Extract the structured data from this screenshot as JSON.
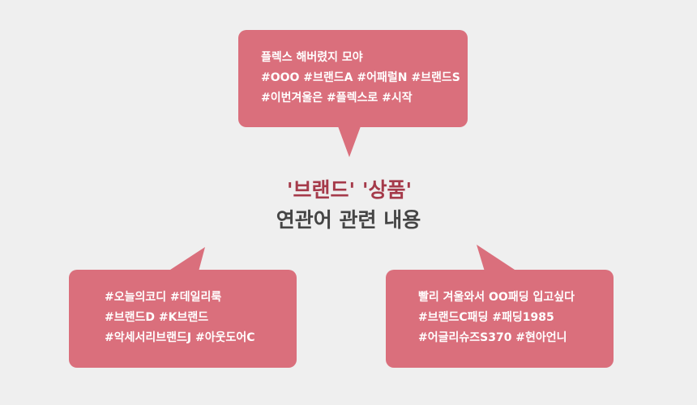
{
  "colors": {
    "background": "#efefef",
    "bubble": "#da6f7c",
    "bubble_text": "#ffffff",
    "title_accent": "#a53a4a",
    "title_dark": "#454545"
  },
  "center": {
    "line1": "'브랜드' '상품'",
    "line2": "연관어 관련 내용"
  },
  "bubbles": {
    "top": {
      "lines": [
        "플렉스 해버렸지 모야",
        "#OOO #브랜드A #어패럴N #브랜드S",
        "#이번겨울은 #플렉스로 #시작"
      ]
    },
    "left": {
      "lines": [
        "#오늘의코디 #데일리룩",
        "#브랜드D #K브랜드",
        "#악세서리브랜드J #아웃도어C"
      ]
    },
    "right": {
      "lines": [
        "빨리 겨울와서 OO패딩 입고싶다",
        "#브랜드C패딩 #패딩1985",
        "#어글리슈즈S370 #현아언니"
      ]
    }
  }
}
